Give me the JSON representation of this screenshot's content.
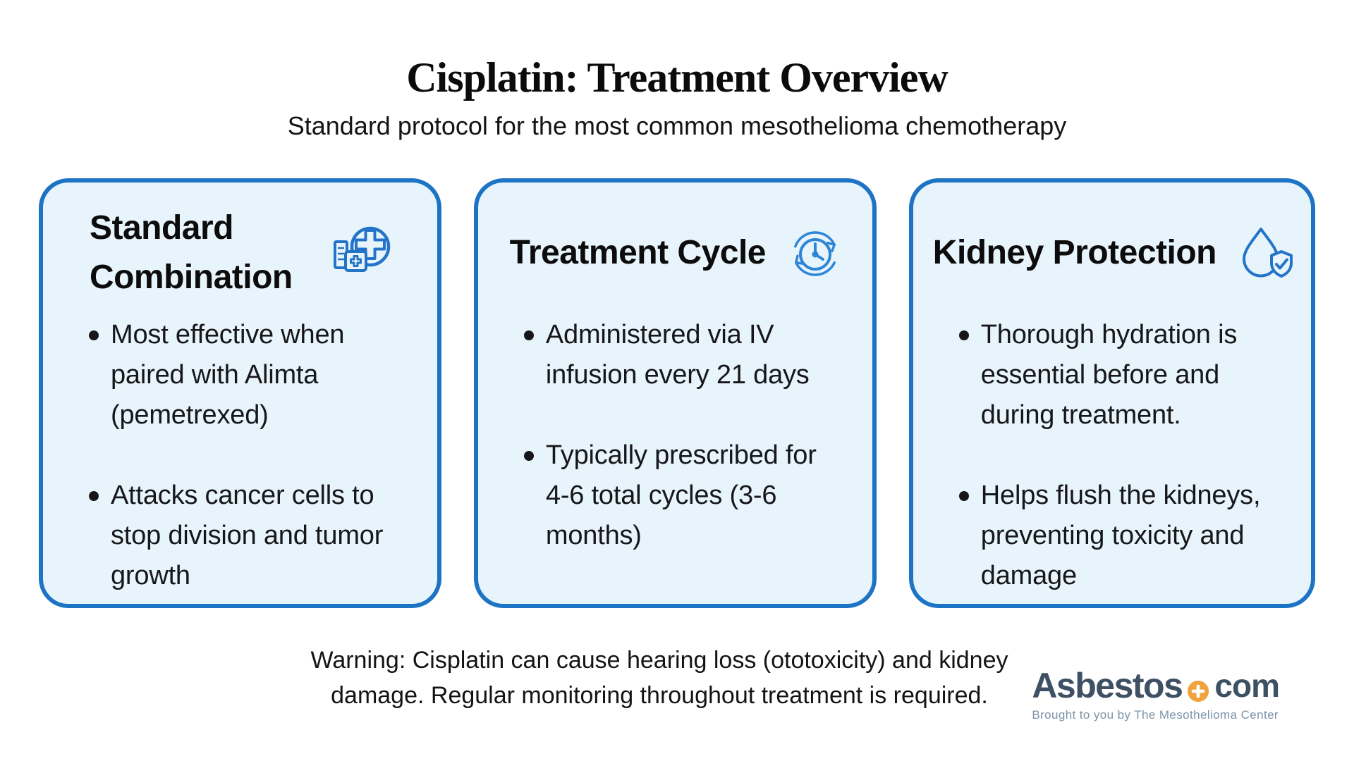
{
  "page": {
    "title": "Cisplatin: Treatment Overview",
    "subtitle": "Standard protocol for the most common mesothelioma chemotherapy"
  },
  "cards": [
    {
      "title": "Standard Combination",
      "icon": "medicine-kit-circle-cross-icon",
      "bullets": [
        {
          "lines": [
            "Most effective when",
            "paired with Alimta",
            "(pemetrexed)"
          ]
        },
        {
          "lines": [
            "Attacks cancer cells to",
            "stop division and tumor",
            "growth"
          ]
        }
      ]
    },
    {
      "title": "Treatment Cycle",
      "icon": "cycle-clock-icon",
      "bullets": [
        {
          "lines": [
            "Administered via IV",
            "infusion every 21 days"
          ]
        },
        {
          "lines": [
            "Typically prescribed for",
            "4-6 total cycles (3-6",
            "months)"
          ]
        }
      ]
    },
    {
      "title": "Kidney Protection",
      "icon": "water-drop-shield-check-icon",
      "bullets": [
        {
          "lines": [
            "Thorough hydration is",
            "essential before and",
            "during treatment."
          ]
        },
        {
          "lines": [
            "Helps flush the kidneys,",
            "preventing toxicity and",
            "damage"
          ]
        }
      ]
    }
  ],
  "warning": {
    "lines": [
      "Warning: Cisplatin can cause hearing loss (ototoxicity) and kidney",
      "damage. Regular monitoring throughout treatment is required."
    ]
  },
  "footer_logo": {
    "brand": "Asbestos",
    "tld": "com",
    "tagline": "Brought to you by The Mesothelioma Center"
  },
  "colors": {
    "card_border": "#1d73c4",
    "card_background": "#e8f4fc",
    "icon_stroke": "#2374c8",
    "text": "#17171a",
    "logo_dark": "#3d5064",
    "logo_tagline": "#7b93a9",
    "logo_orange": "#f0a23c"
  }
}
